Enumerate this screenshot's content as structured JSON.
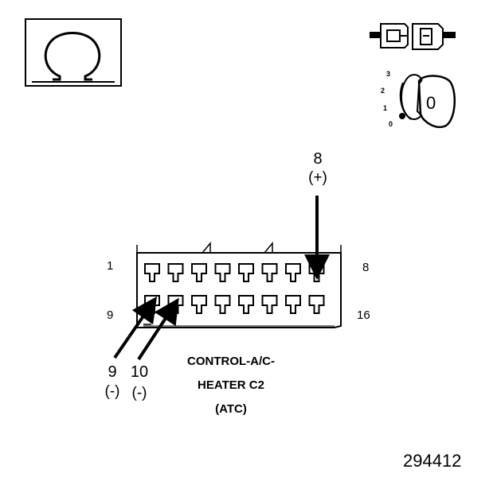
{
  "ohmmeter_icon": {
    "icon": "omega-ohm-icon"
  },
  "ignition": {
    "connector_icon": "disconnected-connector-icon",
    "key_icon": "ignition-key-icon",
    "positions": [
      "3",
      "2",
      "1",
      "0"
    ],
    "key_setting": "0"
  },
  "connector": {
    "row_top_labels": {
      "left": "1",
      "right": "8"
    },
    "row_bottom_labels": {
      "left": "9",
      "right": "16"
    },
    "cavities_per_row": 8,
    "name_lines": [
      "CONTROL-A/C-",
      "HEATER C2",
      "(ATC)"
    ]
  },
  "probes": [
    {
      "pin": "8",
      "polarity": "(+)"
    },
    {
      "pin": "9",
      "polarity": "(-)"
    },
    {
      "pin": "10",
      "polarity": "(-)"
    }
  ],
  "figure_number": "294412"
}
